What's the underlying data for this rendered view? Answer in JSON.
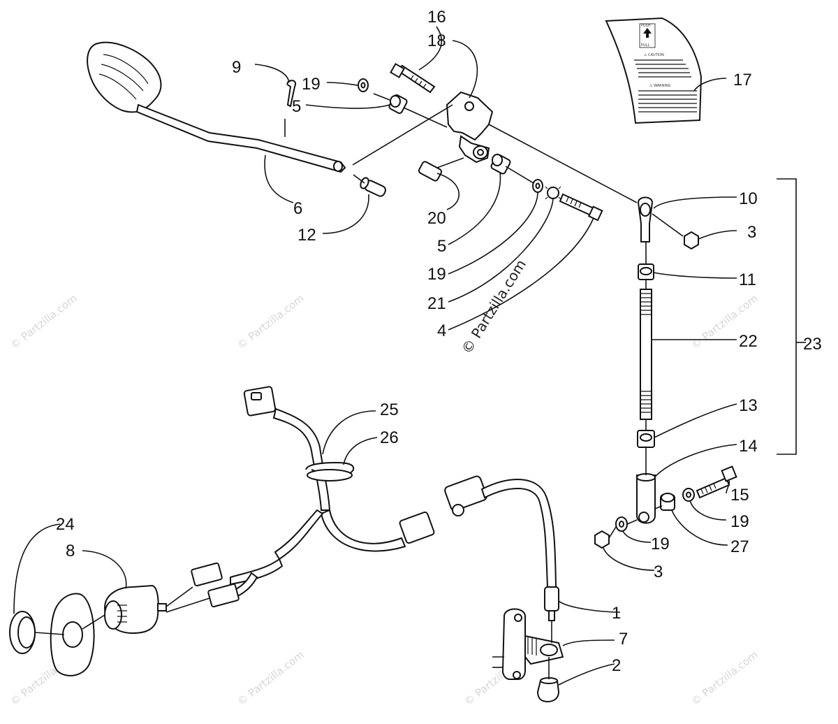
{
  "diagram": {
    "callouts": {
      "c1": "1",
      "c2": "2",
      "c3a": "3",
      "c3b": "3",
      "c4": "4",
      "c5a": "5",
      "c5b": "5",
      "c6": "6",
      "c7": "7",
      "c8": "8",
      "c9": "9",
      "c10": "10",
      "c11": "11",
      "c12": "12",
      "c13": "13",
      "c14": "14",
      "c15": "15",
      "c16": "16",
      "c17": "17",
      "c18": "18",
      "c19a": "19",
      "c19b": "19",
      "c19c": "19",
      "c19d": "19",
      "c20": "20",
      "c21": "21",
      "c22": "22",
      "c23": "23",
      "c24": "24",
      "c25": "25",
      "c26": "26",
      "c27": "27"
    },
    "watermark_text": "© Partzilla.com",
    "decal": {
      "push": "PUSH",
      "pull": "PULL",
      "caution": "⚠ CAUTION",
      "warning": "⚠ WARNING"
    }
  }
}
